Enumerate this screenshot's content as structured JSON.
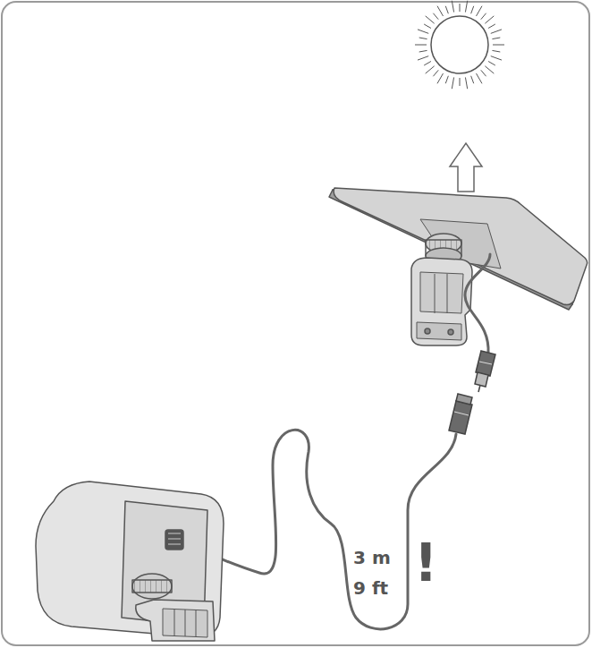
{
  "diagram": {
    "labels": [
      "3 m",
      "9 ft",
      "!"
    ]
  }
}
